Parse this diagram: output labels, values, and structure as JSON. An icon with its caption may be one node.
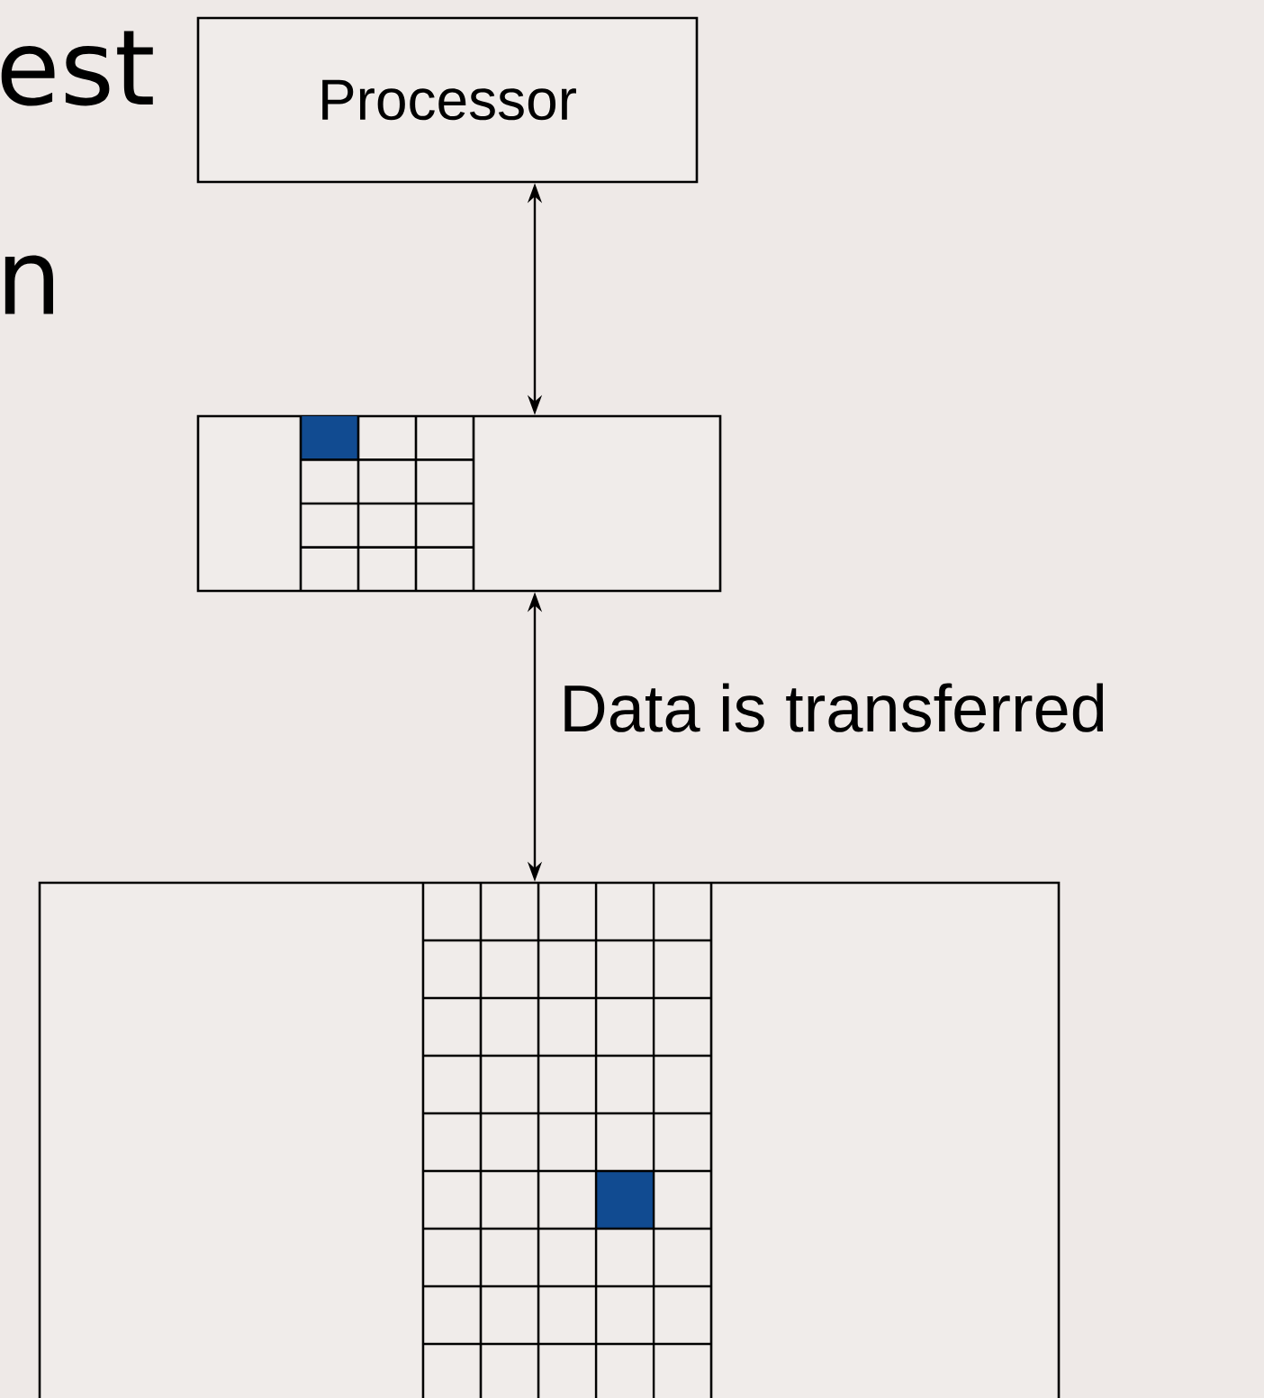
{
  "diagram": {
    "nodes": [
      {
        "text": [
          "Processor"
        ]
      },
      {
        "text": [],
        "shape": "box"
      },
      {
        "text": [],
        "shape": "box"
      }
    ],
    "edges": [
      {
        "from": 0,
        "to": 1,
        "arrow": "both"
      },
      {
        "from": 1,
        "to": 2,
        "arrow": "both",
        "label": "Data is transferred"
      }
    ],
    "labels": [
      "est",
      "n"
    ]
  }
}
